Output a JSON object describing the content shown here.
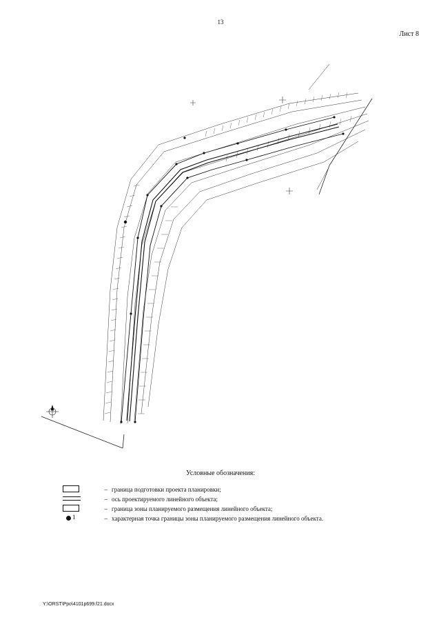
{
  "header": {
    "page_number": "13",
    "sheet_label": "Лист 8"
  },
  "legend": {
    "title": "Условные обозначения:",
    "items": [
      {
        "symbol": "rectangle-outline",
        "text": "граница подготовки проекта планировки;"
      },
      {
        "symbol": "double-line",
        "text": "ось проектируемого линейного объекта;"
      },
      {
        "symbol": "rectangle-thick",
        "text": "граница зоны планируемого размещения линейного объекта;"
      },
      {
        "symbol": "point-dot",
        "point_label": "1",
        "text": "характерная точка границы зоны планируемого размещения линейного объекта."
      }
    ],
    "dash": "–"
  },
  "footer": {
    "file_path": "Y:\\ORST\\Ppo\\4101p699.f21.docx"
  }
}
